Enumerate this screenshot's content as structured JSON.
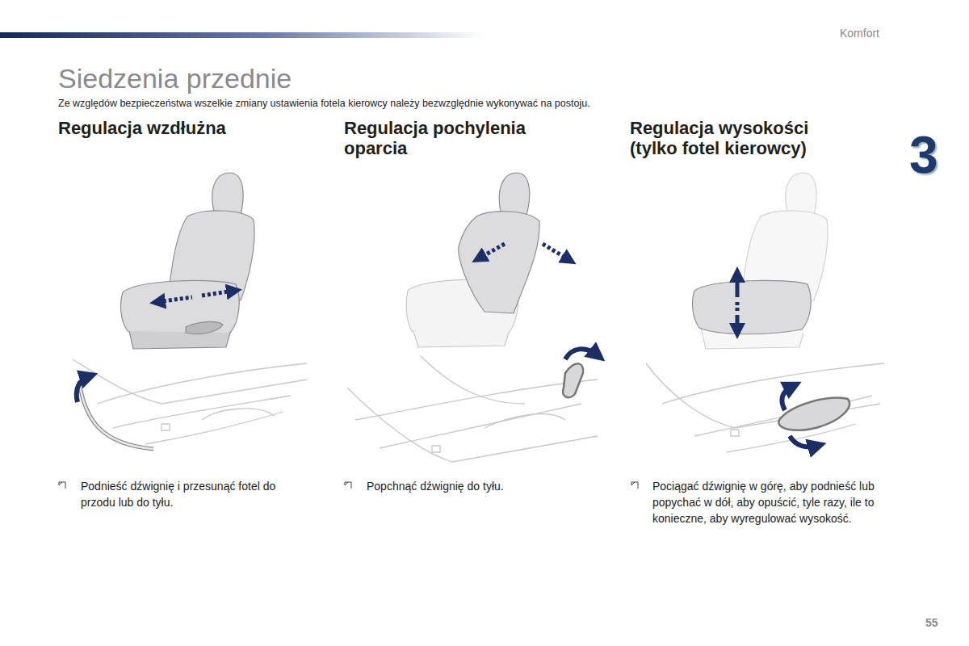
{
  "diagram": {
    "title": "Siedzenia przednie",
    "labels": [
      "Komfort",
      "Ze względów bezpieczeństwa wszelkie zmiany ustawienia fotela kierowcy należy bezwzględnie wykonywać na postoju.",
      "3",
      "Regulacja wzdłużna",
      "Regulacja pochylenia oparcia",
      "Regulacja wysokości (tylko fotel kierowcy)",
      "Podnieść dźwignię i przesunąć fotel do przodu lub do tyłu.",
      "Popchnąć dźwignię do tyłu.",
      "Pociągać dźwignię w górę, aby podnieść lub popychać w dół, aby opuścić, tyle razy, ile to konieczne, aby wyregulować wysokość.",
      "55"
    ]
  }
}
